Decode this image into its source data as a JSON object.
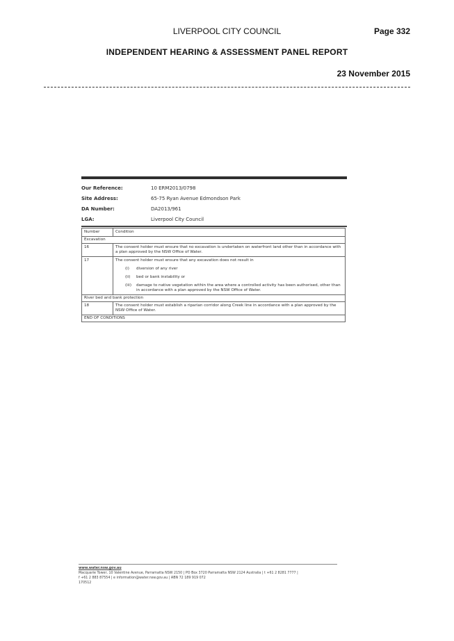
{
  "header": {
    "council": "LIVERPOOL CITY COUNCIL",
    "page": "Page 332",
    "report_title": "INDEPENDENT HEARING & ASSESSMENT PANEL REPORT",
    "date": "23 November 2015"
  },
  "scan": {
    "meta": [
      {
        "label": "Our Reference:",
        "value": "10 ERM2013/0798"
      },
      {
        "label": "Site Address:",
        "value": "65-75 Ryan Avenue Edmondson Park"
      },
      {
        "label": "DA Number:",
        "value": "DA2013/961"
      },
      {
        "label": "LGA:",
        "value": "Liverpool City Council"
      }
    ],
    "table": {
      "col_number": "Number",
      "col_condition": "Condition",
      "section_excavation": "Excavation",
      "row16_num": "16",
      "row16_text": "The consent holder must ensure that no excavation is undertaken on waterfront land other than in accordance with a plan approved by the NSW Office of Water.",
      "row17_num": "17",
      "row17_text": "The consent holder must ensure that any excavation does not result in",
      "row17_items": [
        {
          "num": "(i)",
          "text": "diversion of any river"
        },
        {
          "num": "(ii)",
          "text": "bed or bank instability or"
        },
        {
          "num": "(iii)",
          "text": "damage to native vegetation within the area where a controlled activity has been authorised, other than in accordance with a plan approved by the NSW Office of Water."
        }
      ],
      "section_river": "River bed and bank protection",
      "row18_num": "18",
      "row18_text": "The consent holder must establish a riparian corridor along Creek line in accordance with a plan approved by the NSW Office of Water.",
      "end": "END OF CONDITIONS"
    },
    "footer": {
      "website": "www.water.nsw.gov.au",
      "line1": "Macquarie Tower, 10 Valentine Avenue, Parramatta NSW 2150 | PO Box 3720 Parramatta NSW 2124 Australia | t +61 2 8281 7777 |",
      "line2": "f +61 2 883 87554 | e information@water.nsw.gov.au | ABN 72 189 919 072",
      "line3": "170512"
    }
  }
}
